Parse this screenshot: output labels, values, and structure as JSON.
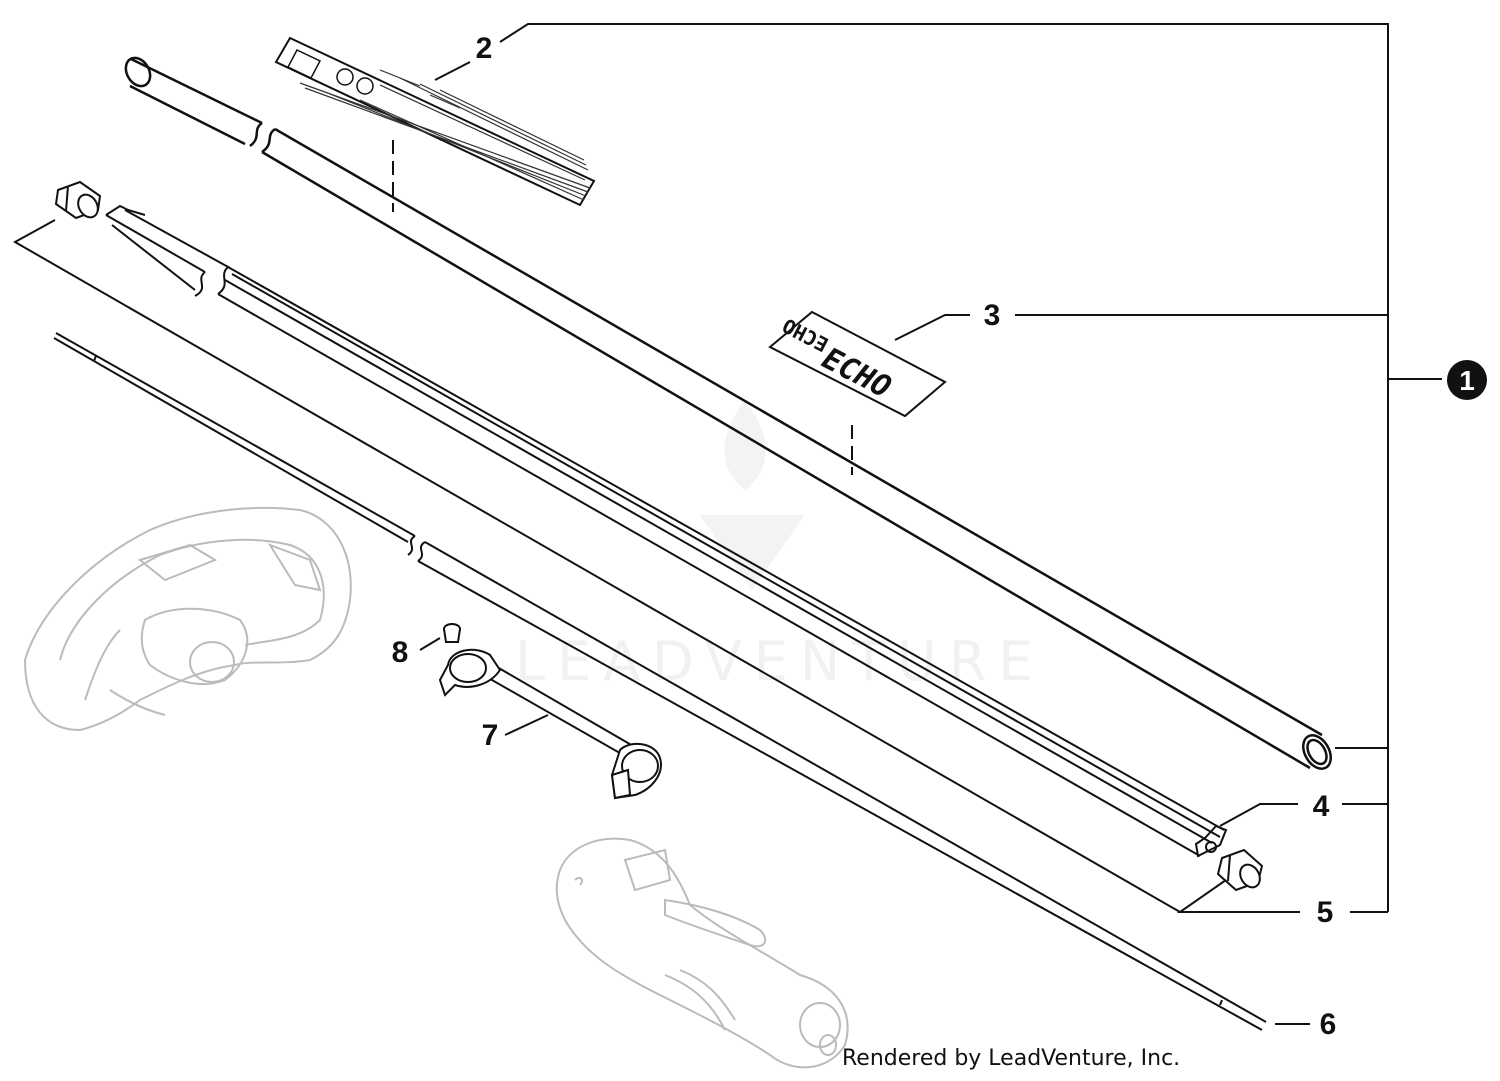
{
  "callouts": {
    "c1": "1",
    "c2": "2",
    "c3": "3",
    "c4": "4",
    "c5": "5",
    "c6": "6",
    "c7": "7",
    "c8": "8"
  },
  "decal_brand": "ECHO",
  "watermark": "LEADVENTURE",
  "render_credit": "Rendered by LeadVenture, Inc.",
  "colors": {
    "line": "#111111",
    "ghost": "#bbbbbb",
    "watermark": "#eeeeee"
  }
}
